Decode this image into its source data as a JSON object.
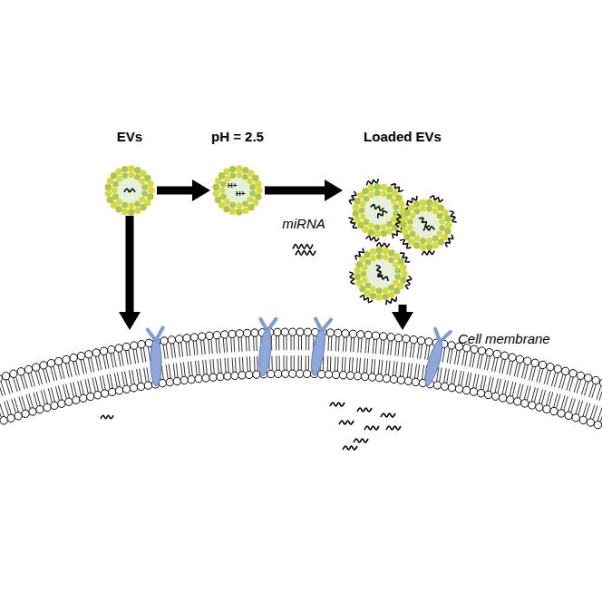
{
  "diagram": {
    "nodes": [
      {
        "text": [
          "EVs"
        ]
      },
      {
        "text": [
          "pH = 2.5",
          "H+",
          "H+"
        ]
      },
      {
        "text": [
          "Loaded EVs"
        ]
      },
      {
        "text": [
          "Cell membrane"
        ]
      }
    ],
    "edges": [
      {
        "from": 0,
        "to": 1,
        "arrow": "to"
      },
      {
        "from": 1,
        "to": 2,
        "arrow": "to",
        "label": "miRNA"
      },
      {
        "from": 0,
        "to": 3,
        "arrow": "to"
      },
      {
        "from": 2,
        "to": 3,
        "arrow": "to"
      }
    ]
  }
}
